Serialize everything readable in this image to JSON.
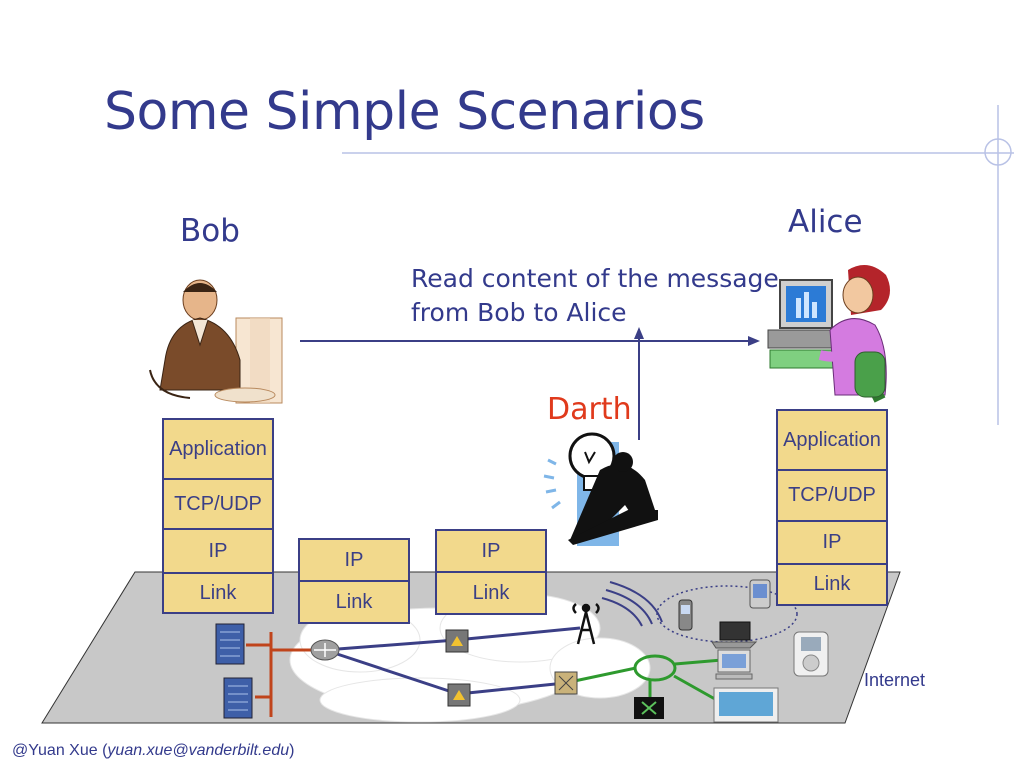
{
  "slide": {
    "title": "Some Simple Scenarios",
    "bob_label": "Bob",
    "alice_label": "Alice",
    "darth_label": "Darth",
    "caption_line1": "Read content of the message",
    "caption_line2": "from Bob to Alice",
    "internet_label": "Internet",
    "footer_prefix": "@Yuan Xue (",
    "footer_email": "yuan.xue@vanderbilt.edu",
    "footer_suffix": ")"
  },
  "stacks": {
    "bob": [
      "Application",
      "TCP/UDP",
      "IP",
      "Link"
    ],
    "router1": [
      "IP",
      "Link"
    ],
    "router2": [
      "IP",
      "Link"
    ],
    "alice": [
      "Application",
      "TCP/UDP",
      "IP",
      "Link"
    ]
  },
  "colors": {
    "title": "#333a8c",
    "darth": "#e03a1c",
    "layer_fill": "#f2d98c",
    "layer_border": "#3b3f86",
    "net_plane": "#c8c8c8",
    "lan_green": "#2e9a2e",
    "ether_red": "#c0441b"
  },
  "icons": [
    "bob-person-icon",
    "alice-person-icon",
    "darth-spy-icon",
    "server-icon",
    "router-icon",
    "switch-icon",
    "antenna-icon",
    "laptop-icon",
    "phone-icon",
    "pda-icon",
    "desktop-icon",
    "ipod-icon",
    "xbox-icon",
    "tv-icon"
  ]
}
